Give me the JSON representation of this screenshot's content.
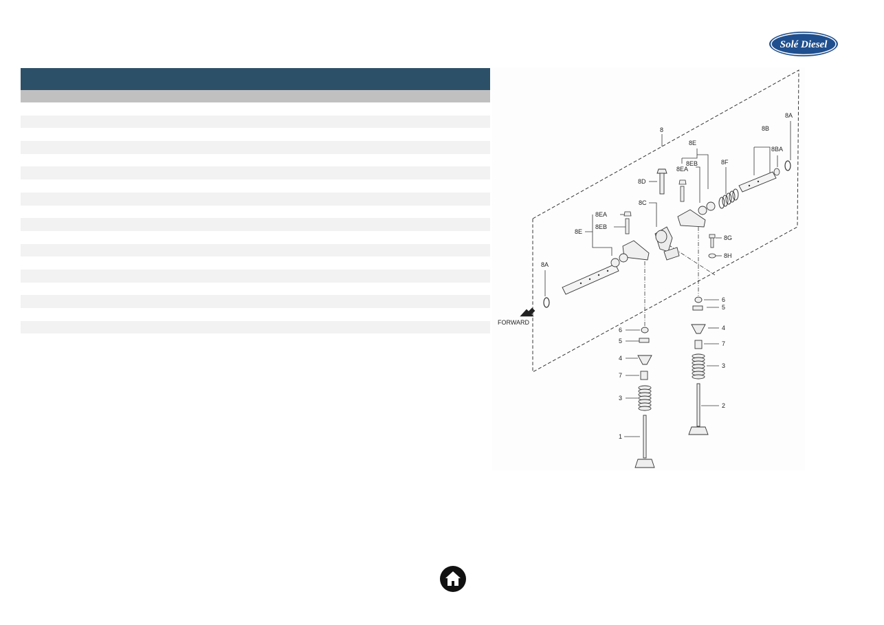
{
  "brand": {
    "logo_text": "Solé Diesel",
    "logo_fill": "#1f4f8e",
    "logo_ring": "#ffffff"
  },
  "table": {
    "header_color": "#2c5068",
    "header_text": "",
    "subheader_text": "",
    "rows": [
      "",
      "",
      "",
      "",
      "",
      "",
      "",
      "",
      "",
      "",
      "",
      "",
      "",
      "",
      "",
      "",
      "",
      ""
    ]
  },
  "diagram": {
    "labels": {
      "l8": "8",
      "l8A_top": "8A",
      "l8B": "8B",
      "l8BA": "8BA",
      "l8E_top": "8E",
      "l8EB_top": "8EB",
      "l8EA_top": "8EA",
      "l8F": "8F",
      "l8D": "8D",
      "l8C": "8C",
      "l8EA_left": "8EA",
      "l8EB_left": "8EB",
      "l8E_left": "8E",
      "l8G": "8G",
      "l8H": "8H",
      "l8A_left": "8A",
      "r6": "6",
      "r5": "5",
      "r4": "4",
      "r7": "7",
      "r3": "3",
      "r2": "2",
      "c6": "6",
      "c5": "5",
      "c4": "4",
      "c7": "7",
      "c3": "3",
      "c1": "1",
      "forward": "FORWARD"
    }
  },
  "nav": {
    "home_icon": "home-icon"
  }
}
